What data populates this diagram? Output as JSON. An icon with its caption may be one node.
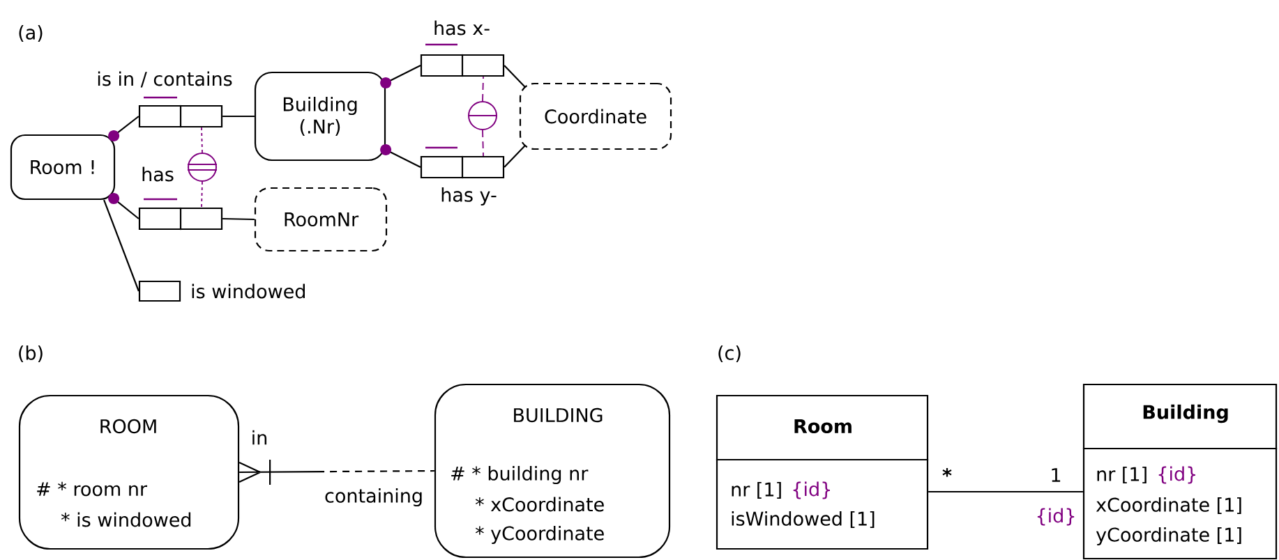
{
  "diagram": {
    "nodes": [
      {
        "text": [
          "Room !"
        ]
      },
      {
        "text": [
          "Building (.Nr)"
        ]
      },
      {
        "text": [
          "Coordinate"
        ]
      },
      {
        "text": [
          "RoomNr"
        ]
      },
      {
        "text": [
          "is in / contains"
        ]
      },
      {
        "text": [
          "has"
        ]
      },
      {
        "text": [
          "has x-"
        ]
      },
      {
        "text": [
          "has y-"
        ]
      },
      {
        "text": [],
        "shape": "box",
        "beside": [
          "is windowed"
        ]
      },
      {
        "text": [],
        "shape": "circle"
      },
      {
        "text": [],
        "shape": "circle"
      },
      {
        "text": [
          "ROOM",
          "# * room nr",
          "* is windowed"
        ]
      },
      {
        "text": [
          "BUILDING",
          "# * building nr",
          "* xCoordinate",
          "* yCoordinate"
        ]
      },
      {
        "text": [
          "Room",
          "nr [1]",
          "{id}",
          "isWindowed [1]"
        ]
      },
      {
        "text": [
          "Building",
          "nr [1]",
          "{id}",
          "xCoordinate [1]",
          "yCoordinate [1]"
        ],
        "beside": [
          "{id}"
        ]
      }
    ],
    "edges": [
      {
        "from": 0,
        "to": 4,
        "arrow": "other"
      },
      {
        "from": 4,
        "to": 1,
        "arrow": "none"
      },
      {
        "from": 0,
        "to": 5,
        "arrow": "other"
      },
      {
        "from": 5,
        "to": 3,
        "arrow": "none"
      },
      {
        "from": 0,
        "to": 8,
        "arrow": "none"
      },
      {
        "from": 1,
        "to": 6,
        "arrow": "other"
      },
      {
        "from": 1,
        "to": 7,
        "arrow": "other"
      },
      {
        "from": 6,
        "to": 2,
        "arrow": "none"
      },
      {
        "from": 7,
        "to": 2,
        "arrow": "none"
      },
      {
        "from": 9,
        "to": 4,
        "arrow": "none",
        "style": "dashed",
        "color": "#800080"
      },
      {
        "from": 9,
        "to": 5,
        "arrow": "none",
        "style": "dashed",
        "color": "#800080"
      },
      {
        "from": 10,
        "to": 6,
        "arrow": "none",
        "style": "dashed",
        "color": "#800080"
      },
      {
        "from": 10,
        "to": 7,
        "arrow": "none",
        "style": "dashed",
        "color": "#800080"
      },
      {
        "from": 11,
        "to": 12,
        "arrow": "other",
        "label": "in",
        "style": "dashed"
      },
      {
        "from": 13,
        "to": 14,
        "arrow": "none"
      }
    ],
    "labels": [
      "(a)",
      "(b)",
      "(c)",
      "containing",
      "*",
      "1"
    ]
  }
}
